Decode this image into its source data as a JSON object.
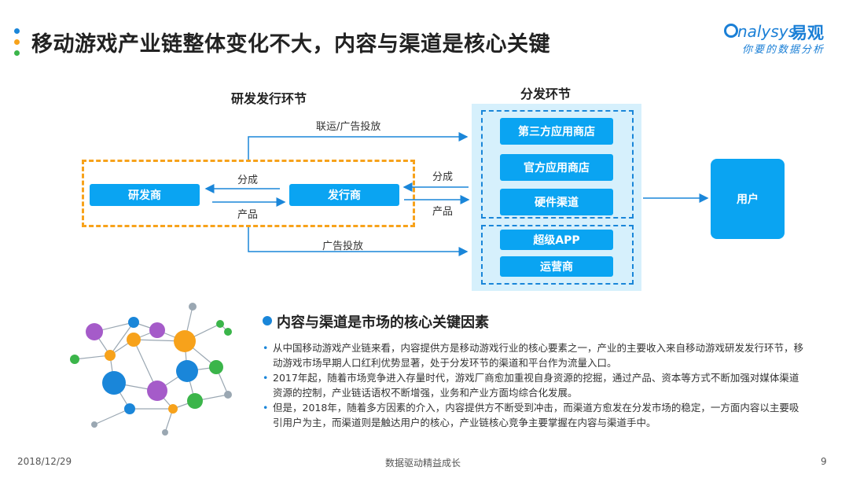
{
  "header": {
    "title": "移动游戏产业链整体变化不大，内容与渠道是核心关键",
    "logo_en": "nalysys",
    "logo_cn": "易观",
    "slogan": "你要的数据分析"
  },
  "diagram": {
    "left_section_label": "研发发行环节",
    "right_section_label": "分发环节",
    "developer": "研发商",
    "publisher": "发行商",
    "dev_pub_top_label": "分成",
    "dev_pub_bottom_label": "产品",
    "pub_dist_top_label": "分成",
    "pub_dist_bottom_label": "产品",
    "top_branch_label": "联运/广告投放",
    "bottom_branch_label": "广告投放",
    "channels_group1": [
      "第三方应用商店",
      "官方应用商店",
      "硬件渠道"
    ],
    "channels_group2": [
      "超级APP",
      "运营商"
    ],
    "user": "用户"
  },
  "factors": {
    "title": "内容与渠道是市场的核心关键因素",
    "bullets": [
      "从中国移动游戏产业链来看，内容提供方是移动游戏行业的核心要素之一，产业的主要收入来自移动游戏研发发行环节，移动游戏市场早期人口红利优势显著，处于分发环节的渠道和平台作为流量入口。",
      " 2017年起，随着市场竞争进入存量时代，游戏厂商愈加重视自身资源的挖掘，通过产品、资本等方式不断加强对媒体渠道资源的控制，产业链话语权不断增强，业务和产业方面均综合化发展。",
      "但是，2018年，随着多方因素的介入，内容提供方不断受到冲击，而渠道方愈发在分发市场的稳定，一方面内容以主要吸引用户为主，而渠道则是触达用户的核心，产业链核心竞争主要掌握在内容与渠道手中。"
    ]
  },
  "footer": {
    "date": "2018/12/29",
    "center": "数据驱动精益成长",
    "page": "9"
  },
  "colors": {
    "accent_blue": "#0aa4f2",
    "dash_orange": "#f7a21b",
    "panel_bg": "#d6f0fc",
    "dot_colors": [
      "#1a86d9",
      "#f7a21b",
      "#3bb54a"
    ]
  }
}
